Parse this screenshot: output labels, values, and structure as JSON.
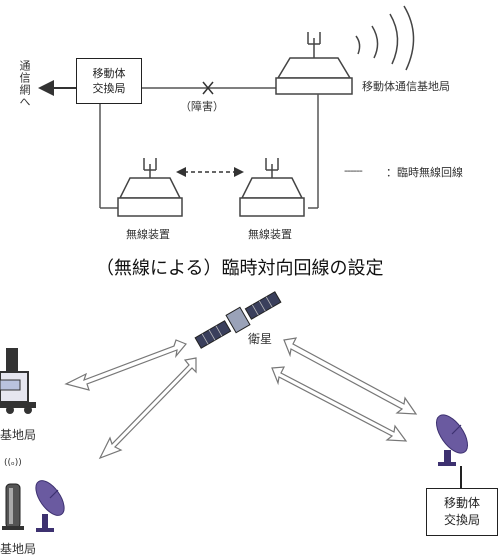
{
  "top_diagram": {
    "network_label": "通信網へ",
    "switch_label_line1": "移動体",
    "switch_label_line2": "交換局",
    "fault_label": "（障害）",
    "base_station_label": "移動体通信基地局",
    "legend_dashes": "------",
    "legend_label": "：臨時無線回線",
    "radio_left_label": "無線装置",
    "radio_right_label": "無線装置"
  },
  "caption": "（無線による）臨時対向回線の設定",
  "bottom_diagram": {
    "satellite_label": "衛星",
    "base_station_label_upper": "基地局",
    "signal_label": "((ₒ))",
    "base_station_label_lower": "基地局",
    "switch_label_line1": "移動体",
    "switch_label_line2": "交換局"
  },
  "colors": {
    "line": "#555555",
    "arrow_fill": "#ffffff",
    "arrow_stroke": "#777777",
    "dish": "#6a5aa0",
    "satellite": "#3a3f5c"
  }
}
